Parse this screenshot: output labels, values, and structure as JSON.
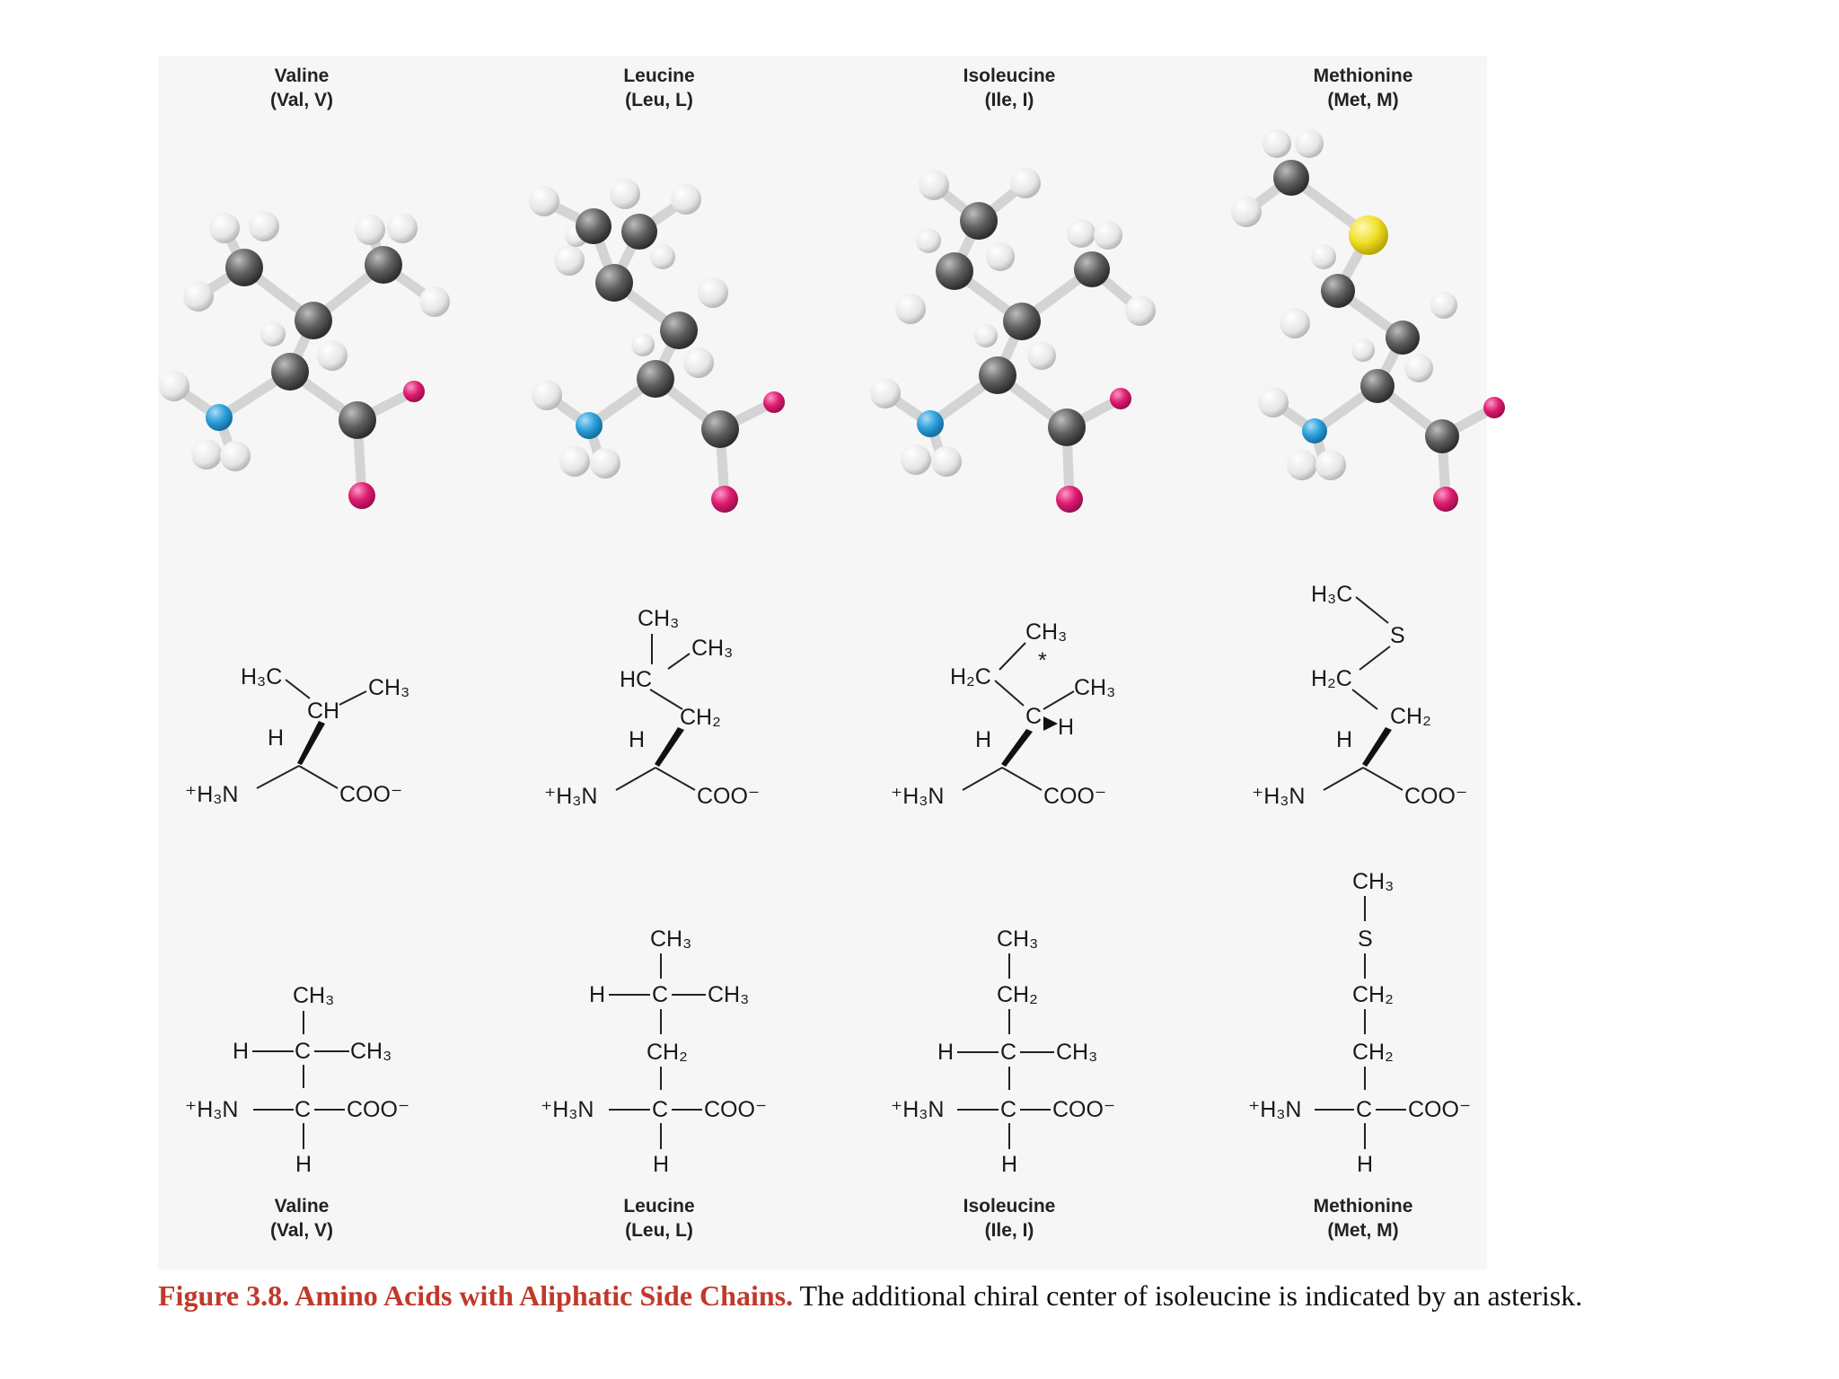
{
  "figure": {
    "caption_title": "Figure 3.8. Amino Acids with Aliphatic Side Chains.",
    "caption_text": " The additional chiral center of isoleucine is indicated by an asterisk."
  },
  "columns": [
    {
      "name": "Valine",
      "abbr": "(Val, V)",
      "skeletal": {
        "sc1": "H₃C",
        "sc2": "CH",
        "sc3": "CH₃",
        "h": "H",
        "n": "⁺H₃N",
        "c": "COO⁻"
      },
      "fischer": {
        "top": "CH₃",
        "row1_left": "H",
        "row1_c": "C",
        "row1_right": "CH₃",
        "row2_left": "⁺H₃N",
        "row2_c": "C",
        "row2_right": "COO⁻",
        "bottom": "H"
      }
    },
    {
      "name": "Leucine",
      "abbr": "(Leu, L)",
      "skeletal": {
        "top": "CH₃",
        "sc1": "HC",
        "sc2": "CH₃",
        "sc3": "CH₂",
        "h": "H",
        "n": "⁺H₃N",
        "c": "COO⁻"
      },
      "fischer": {
        "top": "CH₃",
        "row1_left": "H",
        "row1_c": "C",
        "row1_right": "CH₃",
        "mid": "CH₂",
        "row2_left": "⁺H₃N",
        "row2_c": "C",
        "row2_right": "COO⁻",
        "bottom": "H"
      }
    },
    {
      "name": "Isoleucine",
      "abbr": "(Ile, I)",
      "skeletal": {
        "top": "CH₃",
        "sc1": "H₂C",
        "sc2": "C",
        "sc3": "CH₃",
        "star": "*",
        "hc": "H",
        "h": "H",
        "n": "⁺H₃N",
        "c": "COO⁻"
      },
      "fischer": {
        "top": "CH₃",
        "mid": "CH₂",
        "row1_left": "H",
        "row1_c": "C",
        "row1_right": "CH₃",
        "row2_left": "⁺H₃N",
        "row2_c": "C",
        "row2_right": "COO⁻",
        "bottom": "H"
      }
    },
    {
      "name": "Methionine",
      "abbr": "(Met, M)",
      "skeletal": {
        "top": "H₃C",
        "s": "S",
        "sc1": "H₂C",
        "sc3": "CH₂",
        "h": "H",
        "n": "⁺H₃N",
        "c": "COO⁻"
      },
      "fischer": {
        "top": "CH₃",
        "s": "S",
        "mid1": "CH₂",
        "mid2": "CH₂",
        "row2_left": "⁺H₃N",
        "row2_c": "C",
        "row2_right": "COO⁻",
        "bottom": "H"
      }
    }
  ],
  "colors": {
    "carbon": "#5f5f5f",
    "hydrogen": "#eeeeee",
    "nitrogen": "#2b9fdc",
    "oxygen": "#e01a72",
    "sulfur": "#f2e02a",
    "caption_title": "#c0392b"
  }
}
